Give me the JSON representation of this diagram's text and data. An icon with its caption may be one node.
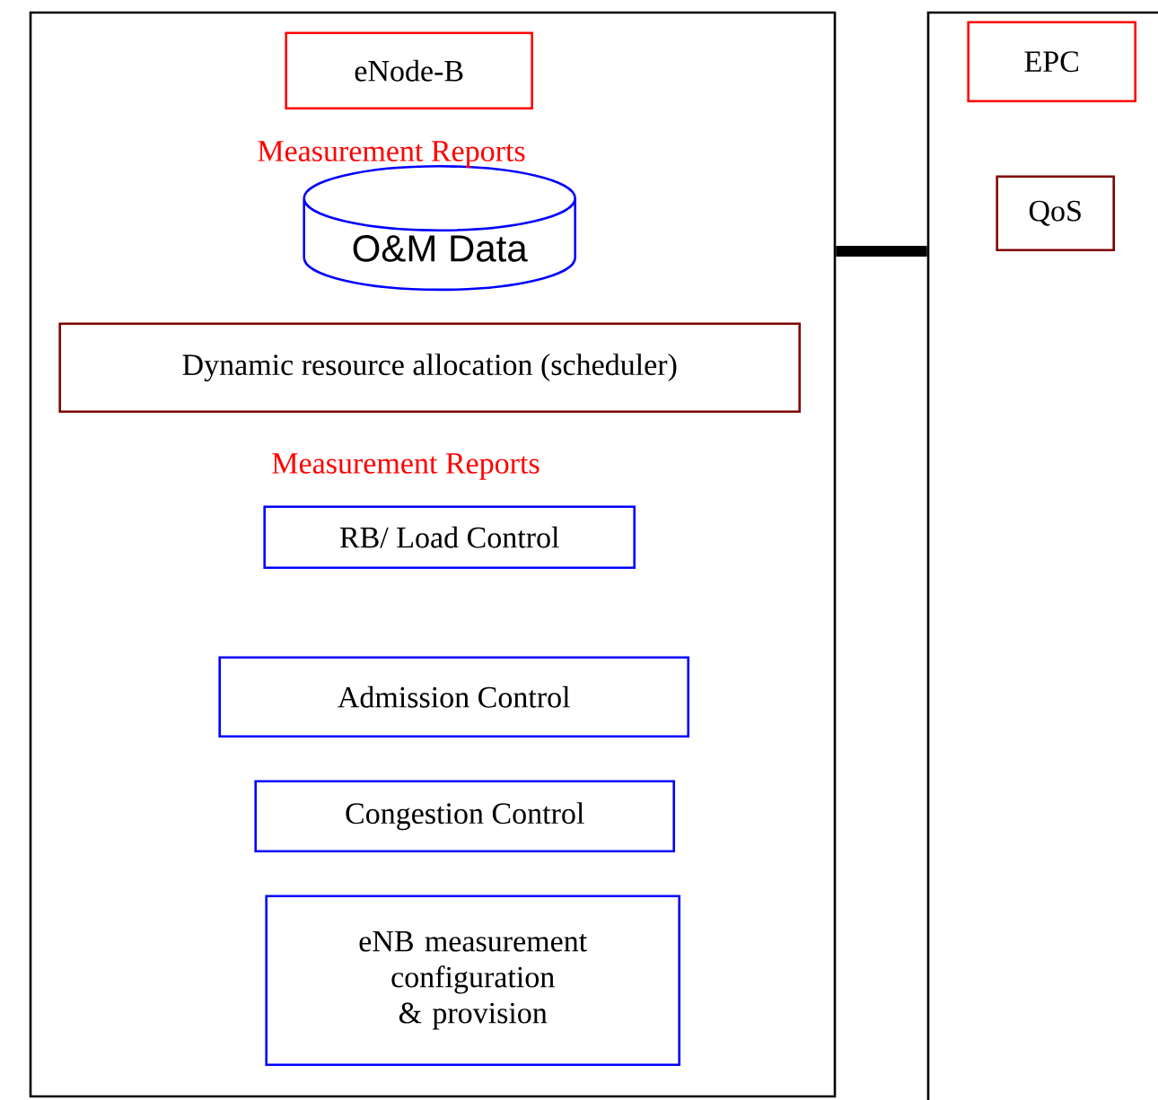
{
  "diagram": {
    "nodes": [
      {
        "text": [],
        "shape": "box"
      },
      {
        "text": [
          "eNode-B"
        ],
        "in": 0
      },
      {
        "text": [
          "O&M Data"
        ],
        "in": 0
      },
      {
        "text": [
          "Dynamic resource allocation (scheduler)"
        ],
        "in": 0
      },
      {
        "text": [
          "RB/ Load Control"
        ],
        "in": 0
      },
      {
        "text": [
          "Admission Control"
        ],
        "in": 0
      },
      {
        "text": [
          "Congestion Control"
        ],
        "in": 0
      },
      {
        "text": [
          "eNB measurement configuration & provision"
        ],
        "in": 0
      },
      {
        "text": [],
        "shape": "box"
      },
      {
        "text": [
          "EPC"
        ],
        "in": 8
      },
      {
        "text": [
          "QoS"
        ],
        "in": 8
      }
    ],
    "edges": [
      {
        "from": 0,
        "to": 8,
        "arrow": "none"
      }
    ],
    "labels": [
      "Measurement Reports",
      "Measurement Reports"
    ]
  }
}
